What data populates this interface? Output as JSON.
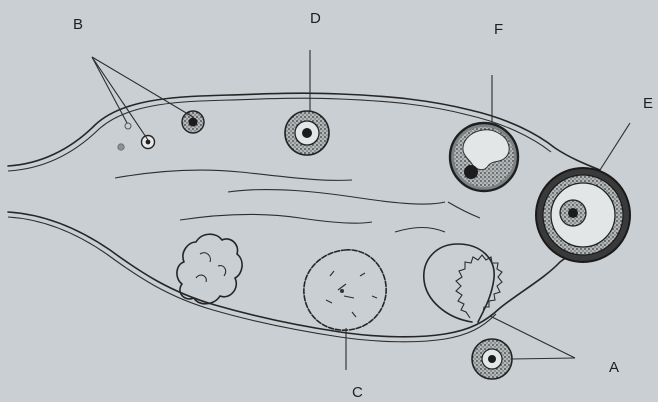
{
  "diagram": {
    "labels": {
      "a": "A",
      "b": "B",
      "c": "C",
      "d": "D",
      "e": "E",
      "f": "F"
    },
    "colors": {
      "background": "#c9cfd2",
      "ink": "#262626",
      "granulosa": "#9ea3a6",
      "antrum": "#e3e6e7"
    }
  }
}
